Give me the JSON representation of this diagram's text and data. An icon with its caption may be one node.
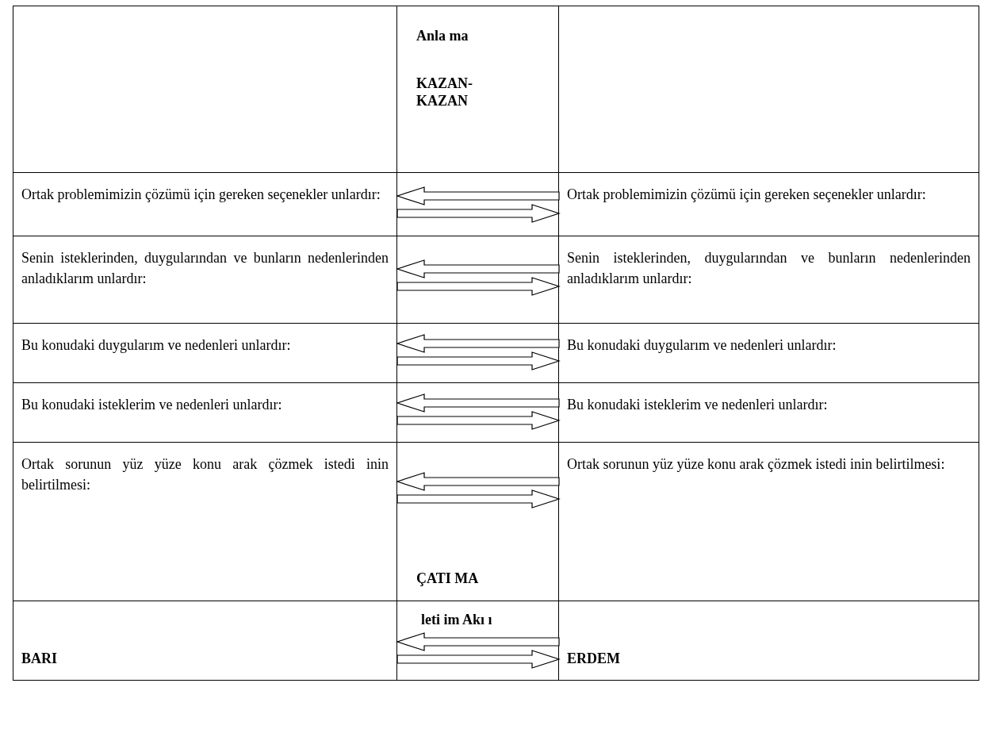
{
  "diagram": {
    "nodes": [
      {
        "text": [
          "Ortak problemimizin çözümü için gereken seçenekler unlardır:"
        ]
      },
      {
        "text": [
          "Ortak problemimizin çözümü için gereken seçenekler unlardır:"
        ]
      },
      {
        "text": [
          "Senin isteklerinden, duygularından ve bunların nedenlerinden anladıklarım unlardır:"
        ]
      },
      {
        "text": [
          "Senin isteklerinden, duygularından ve bunların nedenlerinden anladıklarım unlardır:"
        ]
      },
      {
        "text": [
          "Bu konudaki duygularım ve nedenleri unlardır:"
        ]
      },
      {
        "text": [
          "Bu konudaki duygularım ve nedenleri unlardır:"
        ]
      },
      {
        "text": [
          "Bu konudaki isteklerim ve nedenleri unlardır:"
        ]
      },
      {
        "text": [
          "Bu konudaki isteklerim ve nedenleri unlardır:"
        ]
      },
      {
        "text": [
          "Ortak sorunun yüz yüze konu arak çözmek istedi inin belirtilmesi:"
        ]
      },
      {
        "text": [
          "Ortak sorunun yüz yüze konu arak çözmek istedi inin belirtilmesi:"
        ]
      },
      {
        "text": [
          "BARI"
        ]
      },
      {
        "text": [
          "ERDEM"
        ]
      }
    ],
    "edges": [
      {
        "from": 1,
        "to": 0,
        "arrow": "to"
      },
      {
        "from": 0,
        "to": 1,
        "arrow": "to"
      },
      {
        "from": 3,
        "to": 2,
        "arrow": "to"
      },
      {
        "from": 2,
        "to": 3,
        "arrow": "to"
      },
      {
        "from": 5,
        "to": 4,
        "arrow": "to"
      },
      {
        "from": 4,
        "to": 5,
        "arrow": "to"
      },
      {
        "from": 7,
        "to": 6,
        "arrow": "to"
      },
      {
        "from": 6,
        "to": 7,
        "arrow": "to"
      },
      {
        "from": 9,
        "to": 8,
        "arrow": "to"
      },
      {
        "from": 8,
        "to": 9,
        "arrow": "to"
      },
      {
        "from": 11,
        "to": 10,
        "arrow": "to"
      },
      {
        "from": 10,
        "to": 11,
        "arrow": "to"
      }
    ],
    "labels": [
      "Anla ma",
      "KAZAN-KAZAN",
      "ÇATI MA",
      "leti im Akı ı"
    ]
  }
}
